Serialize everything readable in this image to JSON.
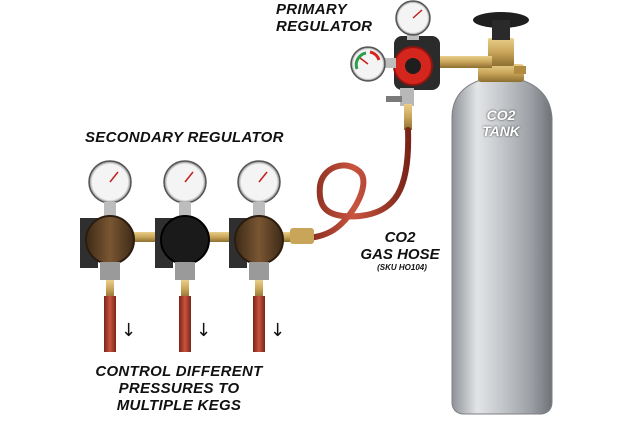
{
  "labels": {
    "primary_regulator": [
      "PRIMARY",
      "REGULATOR"
    ],
    "secondary_regulator": "SECONDARY REGULATOR",
    "co2_gas_hose": [
      "CO2",
      "GAS HOSE"
    ],
    "sku": "(SKU HO104)",
    "co2_tank": [
      "CO2",
      "TANK"
    ],
    "control_text": [
      "CONTROL DIFFERENT",
      "PRESSURES TO",
      "MULTIPLE KEGS"
    ]
  },
  "arrows": [
    "↓",
    "↓",
    "↓"
  ],
  "colors": {
    "hose": "#b8402e",
    "tank": "#b9bcbf",
    "brass": "#c9a55a",
    "knob_brown": "#6b4a2a",
    "primary_knob": "#d5261e",
    "gauge_face": "#ffffff",
    "text": "#111111"
  }
}
